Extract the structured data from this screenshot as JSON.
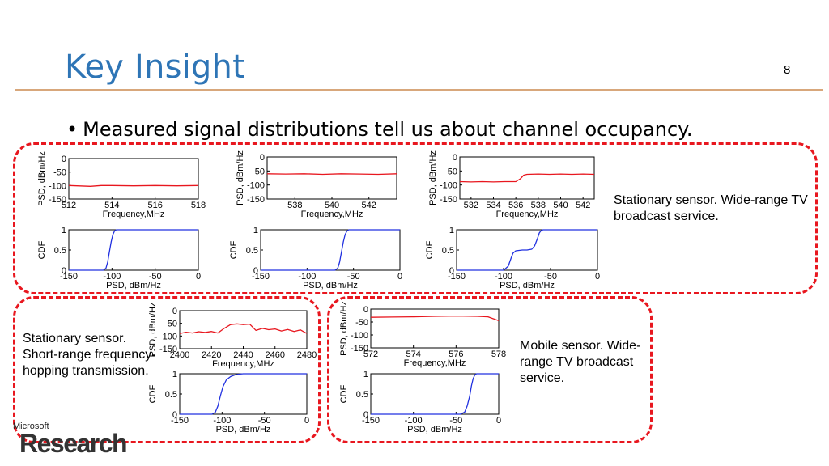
{
  "slide": {
    "title": "Key Insight",
    "page_number": "8",
    "bullet": "Measured signal distributions tell us about channel occupancy.",
    "bullet_symbol": "•",
    "logo_small": "Microsoft",
    "logo_big": "Research",
    "accent_color": "#2e75b6",
    "rule_color": "#d8a77b",
    "box_color": "#e8171f"
  },
  "captions": [
    "Stationary sensor. Wide-range TV broadcast service.",
    "Stationary sensor. Short-range frequency-hopping transmission.",
    "Mobile sensor. Wide-range TV broadcast service."
  ],
  "chart_data": [
    {
      "type": "line",
      "id": "psd-1",
      "xlabel": "Frequency,MHz",
      "ylabel": "PSD, dBm/Hz",
      "xlim": [
        512,
        518
      ],
      "ylim": [
        -150,
        0
      ],
      "xticks": [
        512,
        514,
        516,
        518
      ],
      "yticks": [
        -150,
        -100,
        -50,
        0
      ],
      "series": [
        {
          "color": "#e8171f",
          "x": [
            512,
            513,
            513.5,
            514,
            515,
            516,
            517,
            518
          ],
          "y": [
            -100,
            -103,
            -100,
            -100,
            -101,
            -100,
            -101,
            -100
          ]
        }
      ]
    },
    {
      "type": "line",
      "id": "psd-2",
      "xlabel": "Frequency,MHz",
      "ylabel": "PSD, dBm/Hz",
      "xlim": [
        536.5,
        543.5
      ],
      "ylim": [
        -150,
        0
      ],
      "xticks": [
        538,
        540,
        542
      ],
      "yticks": [
        -150,
        -100,
        -50,
        0
      ],
      "series": [
        {
          "color": "#e8171f",
          "x": [
            536.5,
            537.5,
            538.5,
            539.5,
            540.5,
            541.5,
            542.5,
            543.5
          ],
          "y": [
            -60,
            -61,
            -60,
            -62,
            -60,
            -61,
            -62,
            -60
          ]
        }
      ]
    },
    {
      "type": "line",
      "id": "psd-3",
      "xlabel": "Frequency,MHz",
      "ylabel": "PSD, dBm/Hz",
      "xlim": [
        531,
        543
      ],
      "ylim": [
        -150,
        0
      ],
      "xticks": [
        532,
        534,
        536,
        538,
        540,
        542
      ],
      "yticks": [
        -150,
        -100,
        -50,
        0
      ],
      "series": [
        {
          "color": "#e8171f",
          "x": [
            531,
            532,
            533,
            534,
            535,
            536,
            536.4,
            536.7,
            537,
            538,
            539,
            540,
            541,
            542,
            543
          ],
          "y": [
            -88,
            -89,
            -88,
            -89,
            -88,
            -88,
            -78,
            -65,
            -62,
            -61,
            -62,
            -61,
            -62,
            -61,
            -62
          ]
        }
      ]
    },
    {
      "type": "line",
      "id": "cdf-1",
      "xlabel": "PSD, dBm/Hz",
      "ylabel": "CDF",
      "xlim": [
        -150,
        0
      ],
      "ylim": [
        0,
        1
      ],
      "xticks": [
        -150,
        -100,
        -50,
        0
      ],
      "yticks": [
        0,
        0.5,
        1
      ],
      "series": [
        {
          "color": "#2030e0",
          "x": [
            -150,
            -110,
            -107,
            -105,
            -103,
            -101,
            -99,
            -97,
            -95,
            0
          ],
          "y": [
            0,
            0,
            0.05,
            0.2,
            0.45,
            0.7,
            0.88,
            0.97,
            1,
            1
          ]
        }
      ]
    },
    {
      "type": "line",
      "id": "cdf-2",
      "xlabel": "PSD, dBm/Hz",
      "ylabel": "CDF",
      "xlim": [
        -150,
        0
      ],
      "ylim": [
        0,
        1
      ],
      "xticks": [
        -150,
        -100,
        -50,
        0
      ],
      "yticks": [
        0,
        0.5,
        1
      ],
      "series": [
        {
          "color": "#2030e0",
          "x": [
            -150,
            -70,
            -67,
            -65,
            -63,
            -61,
            -59,
            -57,
            -55,
            0
          ],
          "y": [
            0,
            0,
            0.05,
            0.2,
            0.45,
            0.7,
            0.88,
            0.97,
            1,
            1
          ]
        }
      ]
    },
    {
      "type": "line",
      "id": "cdf-3",
      "xlabel": "PSD, dBm/Hz",
      "ylabel": "CDF",
      "xlim": [
        -150,
        0
      ],
      "ylim": [
        0,
        1
      ],
      "xticks": [
        -150,
        -100,
        -50,
        0
      ],
      "yticks": [
        0,
        0.5,
        1
      ],
      "series": [
        {
          "color": "#2030e0",
          "x": [
            -150,
            -100,
            -95,
            -92,
            -90,
            -87,
            -80,
            -75,
            -70,
            -67,
            -64,
            -62,
            -60,
            -58,
            0
          ],
          "y": [
            0,
            0,
            0.1,
            0.3,
            0.42,
            0.48,
            0.5,
            0.5,
            0.52,
            0.6,
            0.78,
            0.92,
            0.98,
            1,
            1
          ]
        }
      ]
    },
    {
      "type": "line",
      "id": "psd-4",
      "xlabel": "Frequency,MHz",
      "ylabel": "PSD, dBm/Hz",
      "xlim": [
        2400,
        2480
      ],
      "ylim": [
        -150,
        0
      ],
      "xticks": [
        2400,
        2420,
        2440,
        2460,
        2480
      ],
      "yticks": [
        -150,
        -100,
        -50,
        0
      ],
      "series": [
        {
          "color": "#e8171f",
          "x": [
            2400,
            2404,
            2408,
            2412,
            2416,
            2420,
            2424,
            2428,
            2432,
            2436,
            2440,
            2444,
            2448,
            2452,
            2456,
            2460,
            2464,
            2468,
            2472,
            2476,
            2480
          ],
          "y": [
            -90,
            -85,
            -88,
            -83,
            -86,
            -82,
            -88,
            -70,
            -55,
            -52,
            -55,
            -53,
            -78,
            -70,
            -75,
            -72,
            -80,
            -74,
            -82,
            -76,
            -90
          ]
        }
      ]
    },
    {
      "type": "line",
      "id": "cdf-4",
      "xlabel": "PSD, dBm/Hz",
      "ylabel": "CDF",
      "xlim": [
        -150,
        0
      ],
      "ylim": [
        0,
        1
      ],
      "xticks": [
        -150,
        -100,
        -50,
        0
      ],
      "yticks": [
        0,
        0.5,
        1
      ],
      "series": [
        {
          "color": "#2030e0",
          "x": [
            -150,
            -112,
            -108,
            -105,
            -102,
            -99,
            -95,
            -90,
            -85,
            -80,
            -75,
            -65,
            -55,
            0
          ],
          "y": [
            0,
            0,
            0.05,
            0.2,
            0.45,
            0.68,
            0.85,
            0.93,
            0.97,
            0.99,
            1,
            1,
            1,
            1
          ]
        }
      ]
    },
    {
      "type": "line",
      "id": "psd-5",
      "xlabel": "Frequency,MHz",
      "ylabel": "PSD, dBm/Hz",
      "xlim": [
        572,
        578
      ],
      "ylim": [
        -150,
        0
      ],
      "xticks": [
        572,
        574,
        576,
        578
      ],
      "yticks": [
        -150,
        -100,
        -50,
        0
      ],
      "series": [
        {
          "color": "#e8171f",
          "x": [
            572,
            573,
            574,
            575,
            576,
            577,
            577.5,
            578
          ],
          "y": [
            -32,
            -31,
            -30,
            -28,
            -27,
            -28,
            -30,
            -45
          ]
        }
      ]
    },
    {
      "type": "line",
      "id": "cdf-5",
      "xlabel": "PSD, dBm/Hz",
      "ylabel": "CDF",
      "xlim": [
        -150,
        0
      ],
      "ylim": [
        0,
        1
      ],
      "xticks": [
        -150,
        -100,
        -50,
        0
      ],
      "yticks": [
        0,
        0.5,
        1
      ],
      "series": [
        {
          "color": "#2030e0",
          "x": [
            -150,
            -45,
            -40,
            -37,
            -34,
            -32,
            -30,
            -28,
            -26,
            0
          ],
          "y": [
            0,
            0,
            0.05,
            0.2,
            0.45,
            0.7,
            0.88,
            0.97,
            1,
            1
          ]
        }
      ]
    }
  ]
}
